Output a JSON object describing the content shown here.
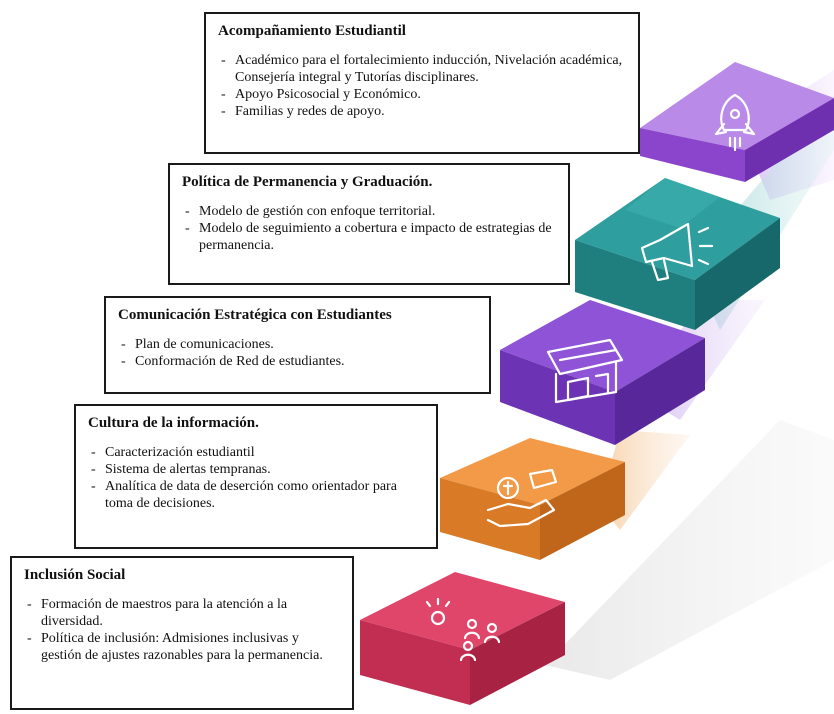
{
  "steps": [
    {
      "title": "Acompañamiento Estudiantil",
      "items": [
        "Académico para el fortalecimiento inducción, Nivelación académica, Consejería integral y Tutorías disciplinares.",
        "Apoyo Psicosocial y Económico.",
        "Familias y redes de apoyo."
      ],
      "color": "#a05ad6",
      "icon": "rocket-icon"
    },
    {
      "title": "Política de Permanencia y Graduación.",
      "items": [
        "Modelo de gestión con enfoque territorial.",
        "Modelo de seguimiento a cobertura e impacto de estrategias de permanencia."
      ],
      "color": "#2a9a9a",
      "icon": "megaphone-icon"
    },
    {
      "title": "Comunicación Estratégica con Estudiantes",
      "items": [
        "Plan de comunicaciones.",
        "Conformación de Red de estudiantes."
      ],
      "color": "#7a3dc6",
      "icon": "storefront-icon"
    },
    {
      "title": "Cultura de la información.",
      "items": [
        "Caracterización estudiantil",
        "Sistema de alertas tempranas.",
        "Analítica de data de deserción como orientador para toma de decisiones."
      ],
      "color": "#ef8f3a",
      "icon": "coin-hand-icon"
    },
    {
      "title": "Inclusión Social",
      "items": [
        "Formación de maestros para la atención a la diversidad.",
        "Política de inclusión: Admisiones inclusivas y gestión de ajustes razonables para la permanencia."
      ],
      "color": "#d93a5e",
      "icon": "people-idea-icon"
    }
  ]
}
